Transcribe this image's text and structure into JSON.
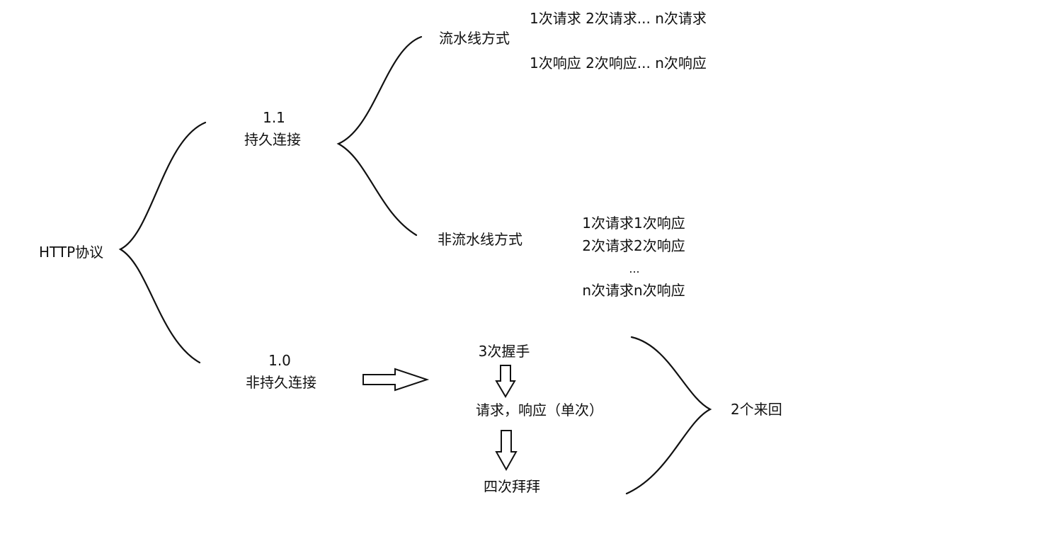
{
  "root": "HTTP协议",
  "v11": {
    "version": "1.1",
    "name": "持久连接",
    "pipeline": {
      "label": "流水线方式",
      "requests": "1次请求 2次请求... n次请求",
      "responses": "1次响应 2次响应... n次响应"
    },
    "non_pipeline": {
      "label": "非流水线方式",
      "lines": [
        "1次请求1次响应",
        "2次请求2次响应",
        "...",
        "n次请求n次响应"
      ]
    }
  },
  "v10": {
    "version": "1.0",
    "name": "非持久连接",
    "steps": [
      "3次握手",
      "请求，响应（单次）",
      "四次拜拜"
    ],
    "summary": "2个来回"
  }
}
